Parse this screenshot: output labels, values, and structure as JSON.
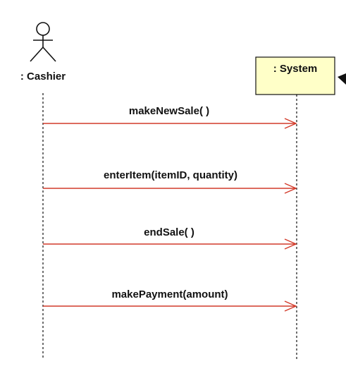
{
  "diagram": {
    "type": "sequence",
    "participants": [
      {
        "id": "cashier",
        "label": ": Cashier",
        "kind": "actor"
      },
      {
        "id": "system",
        "label": ": System",
        "kind": "object"
      }
    ],
    "messages": [
      {
        "from": "cashier",
        "to": "system",
        "label": "makeNewSale( )"
      },
      {
        "from": "cashier",
        "to": "system",
        "label": "enterItem(itemID, quantity)"
      },
      {
        "from": "cashier",
        "to": "system",
        "label": "endSale( )"
      },
      {
        "from": "cashier",
        "to": "system",
        "label": "makePayment(amount)"
      }
    ]
  },
  "colors": {
    "message_line": "#d23a2a",
    "system_box_fill": "#ffffc8",
    "system_box_stroke": "#111111",
    "lifeline": "#111111"
  },
  "icons": {
    "actor": "stick-figure-icon",
    "cursor": "mouse-pointer-icon"
  }
}
